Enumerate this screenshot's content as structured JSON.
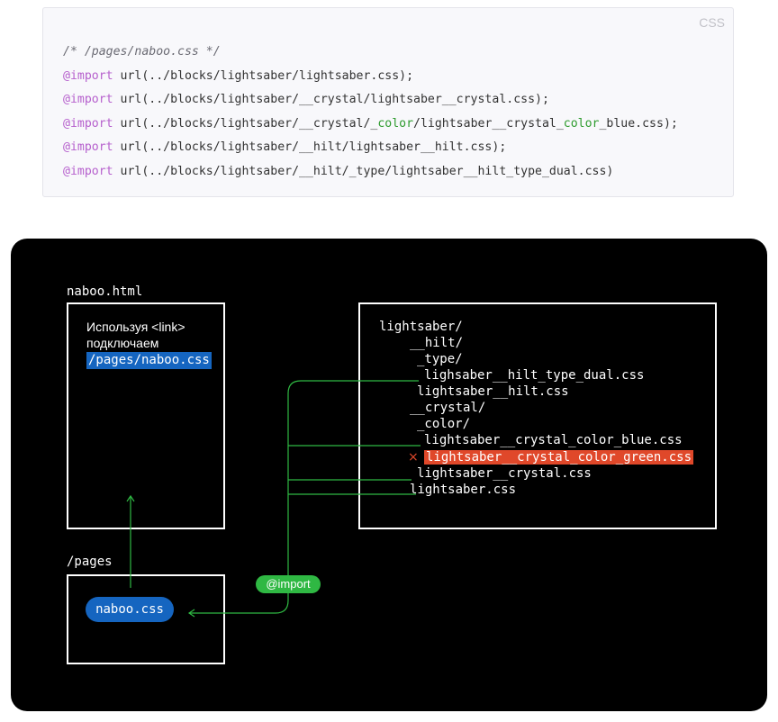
{
  "code": {
    "language": "CSS",
    "lines": [
      [
        {
          "t": "/* /pages/naboo.css */",
          "c": "comment"
        }
      ],
      [
        {
          "t": "@import",
          "c": "kw"
        },
        {
          "t": " url(../blocks/lightsaber/lightsaber.css);",
          "c": ""
        }
      ],
      [
        {
          "t": "@import",
          "c": "kw"
        },
        {
          "t": " url(../blocks/lightsaber/__crystal/lightsaber__crystal.css);",
          "c": ""
        }
      ],
      [
        {
          "t": "@import",
          "c": "kw"
        },
        {
          "t": " url(../blocks/lightsaber/__crystal/_",
          "c": ""
        },
        {
          "t": "color",
          "c": "green"
        },
        {
          "t": "/lightsaber__crystal_",
          "c": ""
        },
        {
          "t": "color",
          "c": "green"
        },
        {
          "t": "_blue.css);",
          "c": ""
        }
      ],
      [
        {
          "t": "@import",
          "c": "kw"
        },
        {
          "t": " url(../blocks/lightsaber/__hilt/lightsaber__hilt.css);",
          "c": ""
        }
      ],
      [
        {
          "t": "@import",
          "c": "kw"
        },
        {
          "t": " url(../blocks/lightsaber/__hilt/_type/lightsaber__hilt_type_dual.css)",
          "c": ""
        }
      ]
    ]
  },
  "diagram": {
    "html_file_label": "naboo.html",
    "html_desc_line1": "Используя <link>",
    "html_desc_line2": "подключаем",
    "html_desc_path": "/pages/naboo.css",
    "pages_label": "/pages",
    "css_file": "naboo.css",
    "import_label": "@import",
    "tree": [
      "lightsaber/",
      "__hilt/",
      "_type/",
      "lighsaber__hilt_type_dual.css",
      "lightsaber__hilt.css",
      "__crystal/",
      "_color/",
      "lightsaber__crystal_color_blue.css",
      "lightsaber__crystal_color_green.css",
      "lightsaber__crystal.css",
      "lightsaber.css"
    ],
    "excluded_mark": "×",
    "colors": {
      "background": "#000000",
      "import_line": "#2fb843",
      "highlight_blue": "#1565c0",
      "highlight_red": "#e0482a"
    }
  }
}
